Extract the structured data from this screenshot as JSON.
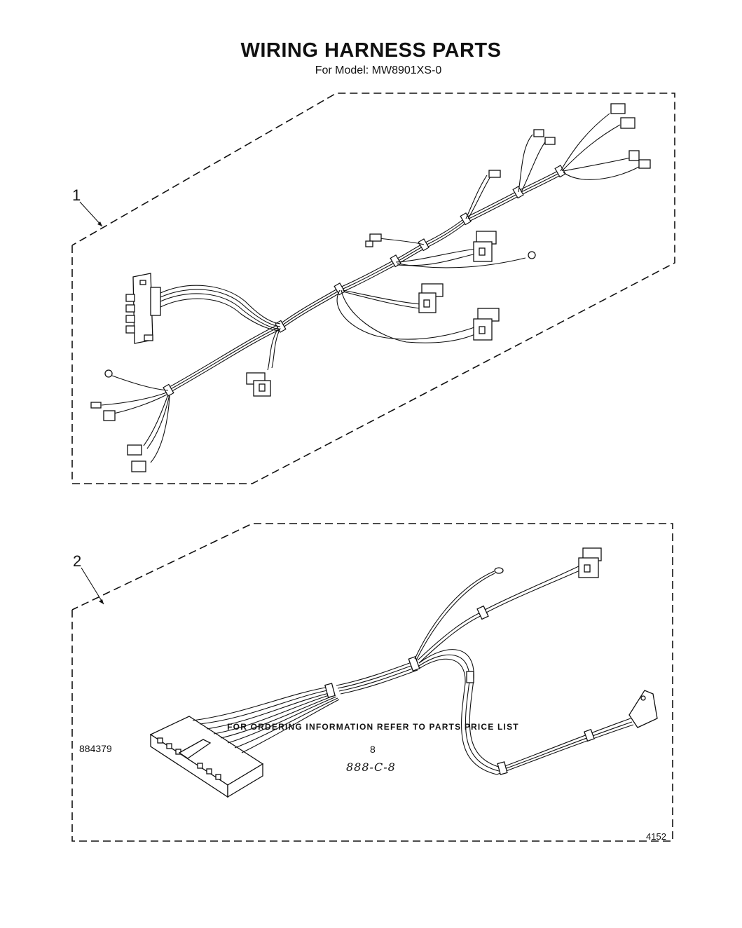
{
  "page": {
    "title": "WIRING HARNESS PARTS",
    "subtitle": "For Model: MW8901XS-0"
  },
  "parts": [
    {
      "callout": "1"
    },
    {
      "callout": "2"
    }
  ],
  "figure_number": "4152",
  "footer": {
    "ordering_info": "FOR ORDERING INFORMATION REFER TO PARTS PRICE LIST",
    "doc_number": "884379",
    "page_number": "8",
    "handwritten_note": "888-C-8"
  }
}
